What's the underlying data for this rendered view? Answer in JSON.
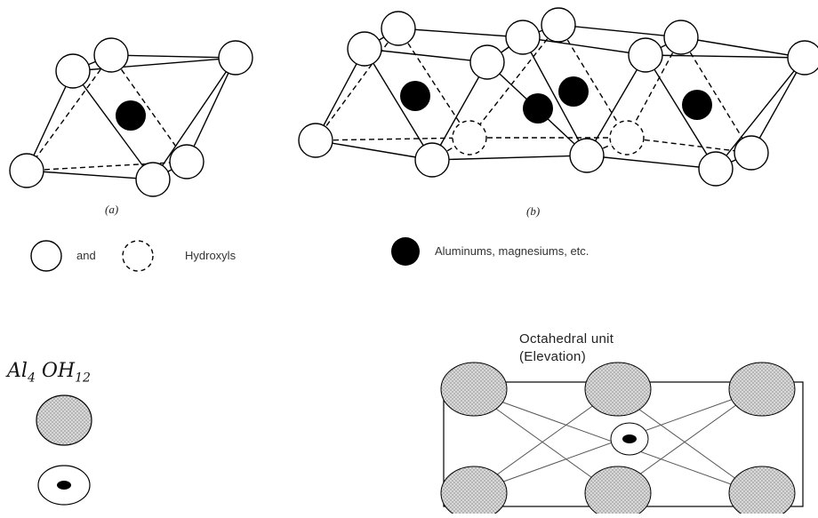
{
  "figure": {
    "part_a": {
      "label": "(a)"
    },
    "part_b": {
      "label": "(b)"
    },
    "legend": {
      "conjunction": "and",
      "hydroxyls": "Hydroxyls",
      "metals": "Aluminums, magnesiums, etc."
    },
    "formula": {
      "main": "Al",
      "sub1": "4",
      "mid": " OH",
      "sub2": "12"
    },
    "octahedral_unit": {
      "title_line1": "Octahedral unit",
      "title_line2": "(Elevation)"
    }
  },
  "colors": {
    "line": "#000000",
    "stipple": "#c8c8c8",
    "metal": "#000000",
    "fill": "#ffffff"
  }
}
